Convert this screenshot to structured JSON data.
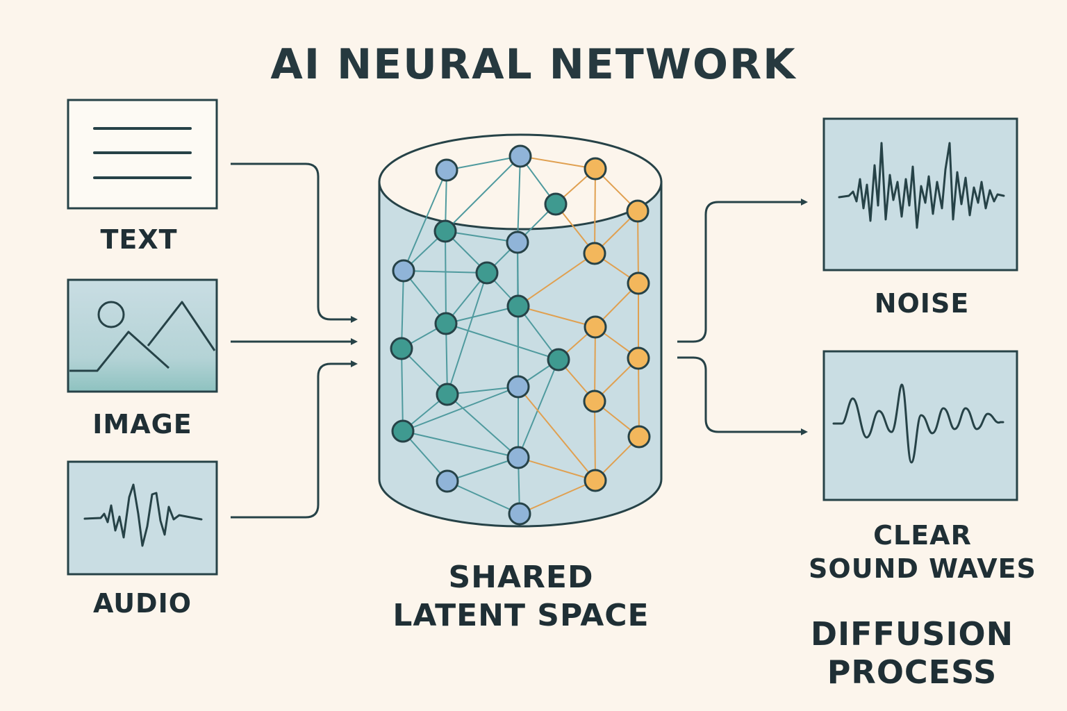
{
  "title": "AI NEURAL NETWORK",
  "inputs": {
    "text": "TEXT",
    "image": "IMAGE",
    "audio": "AUDIO"
  },
  "center": {
    "line1": "SHARED",
    "line2": "LATENT SPACE"
  },
  "outputs": {
    "noise": "NOISE",
    "clear_line1": "CLEAR",
    "clear_line2": "SOUND WAVES"
  },
  "process": {
    "line1": "DIFFUSION",
    "line2": "PROCESS"
  },
  "colors": {
    "background": "#fcf5ec",
    "panel_fill": "#c9dde3",
    "stroke": "#264247",
    "node_blue": "#90b4d8",
    "node_teal": "#3f9a90",
    "node_orange": "#f3b75c",
    "edge_teal": "#4f9a9e",
    "edge_orange": "#e0a050"
  }
}
